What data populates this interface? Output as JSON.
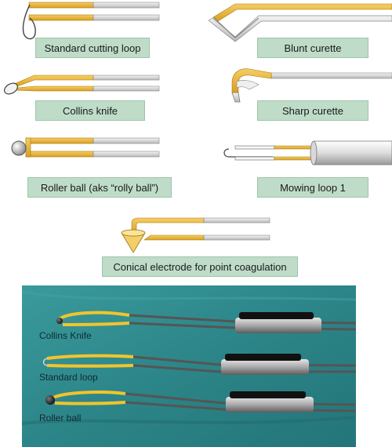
{
  "labels": {
    "standard_cutting_loop": "Standard cutting loop",
    "collins_knife": "Collins knife",
    "roller_ball": "Roller ball (aks “rolly ball”)",
    "blunt_curette": "Blunt curette",
    "sharp_curette": "Sharp curette",
    "mowing_loop": "Mowing loop 1",
    "conical_electrode": "Conical electrode for point coagulation"
  },
  "photo_labels": {
    "collins_knife": "Collins Knife",
    "standard_loop": "Standard loop",
    "roller_ball": "Roller ball"
  },
  "colors": {
    "label_bg": "#bfdcc9",
    "wire_gold": "#e8b43a",
    "wire_silver": "#c8c8c8",
    "photo_bg": "#2f8a8e"
  }
}
